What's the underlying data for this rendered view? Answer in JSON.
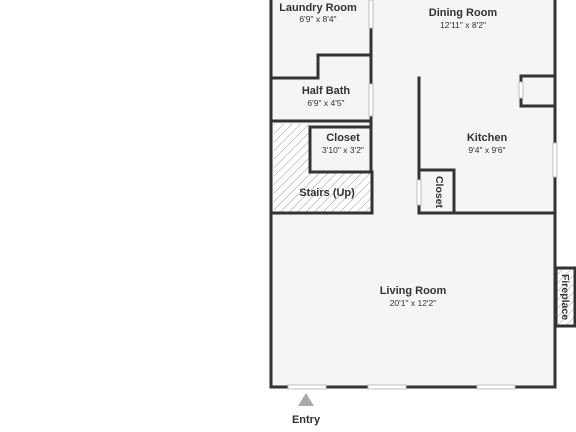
{
  "colors": {
    "wall": "#333333",
    "floor": "#f5f5f5",
    "window": "#ffffff",
    "window_frame": "#bdbdbd",
    "hatch": "#9e9e9e",
    "entry_marker": "#aaaaaa",
    "text": "#333333"
  },
  "rooms": {
    "laundry": {
      "name": "Laundry Room",
      "dims": "6'9\" x 8'4\""
    },
    "dining": {
      "name": "Dining Room",
      "dims": "12'11\" x 8'2\""
    },
    "half_bath": {
      "name": "Half Bath",
      "dims": "6'9\" x 4'5\""
    },
    "closet_upper": {
      "name": "Closet",
      "dims": "3'10\" x 3'2\""
    },
    "kitchen": {
      "name": "Kitchen",
      "dims": "9'4\" x 9'6\""
    },
    "stairs": {
      "name": "Stairs (Up)"
    },
    "closet_kitchen": {
      "name": "Closet"
    },
    "living": {
      "name": "Living Room",
      "dims": "20'1\" x 12'2\""
    },
    "fireplace": {
      "name": "Fireplace"
    }
  },
  "entry": {
    "label": "Entry"
  }
}
